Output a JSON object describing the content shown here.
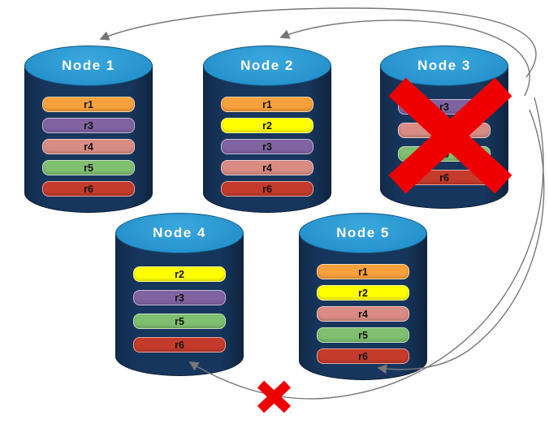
{
  "diagram": {
    "background": "#ffffff",
    "arrow_color": "#777777",
    "failure_color": "#ef0000",
    "cylinder": {
      "body_color": "#17365D",
      "top_color": "#2793CE"
    },
    "record_colors": {
      "r1": "#F9A13C",
      "r2": "#FFFF00",
      "r3": "#8064A2",
      "r4": "#D98C84",
      "r5": "#7FBF6F",
      "r6": "#C43B2B"
    },
    "nodes": [
      {
        "id": "node-1",
        "label": "Node 1",
        "records": [
          "r1",
          "r3",
          "r4",
          "r5",
          "r6"
        ],
        "failed": false
      },
      {
        "id": "node-2",
        "label": "Node 2",
        "records": [
          "r1",
          "r2",
          "r3",
          "r4",
          "r6"
        ],
        "failed": false
      },
      {
        "id": "node-3",
        "label": "Node 3",
        "records": [
          "r3",
          "r4",
          "r5",
          "r6"
        ],
        "failed": true
      },
      {
        "id": "node-4",
        "label": "Node 4",
        "records": [
          "r2",
          "r3",
          "r5",
          "r6"
        ],
        "failed": false
      },
      {
        "id": "node-5",
        "label": "Node 5",
        "records": [
          "r1",
          "r2",
          "r4",
          "r5",
          "r6"
        ],
        "failed": false
      }
    ],
    "links": [
      {
        "from": "node-3",
        "to": "node-1",
        "status": "ok"
      },
      {
        "from": "node-3",
        "to": "node-2",
        "status": "ok"
      },
      {
        "from": "node-3",
        "to": "node-5",
        "status": "ok"
      },
      {
        "from": "node-3",
        "to": "node-4",
        "status": "broken"
      }
    ]
  }
}
